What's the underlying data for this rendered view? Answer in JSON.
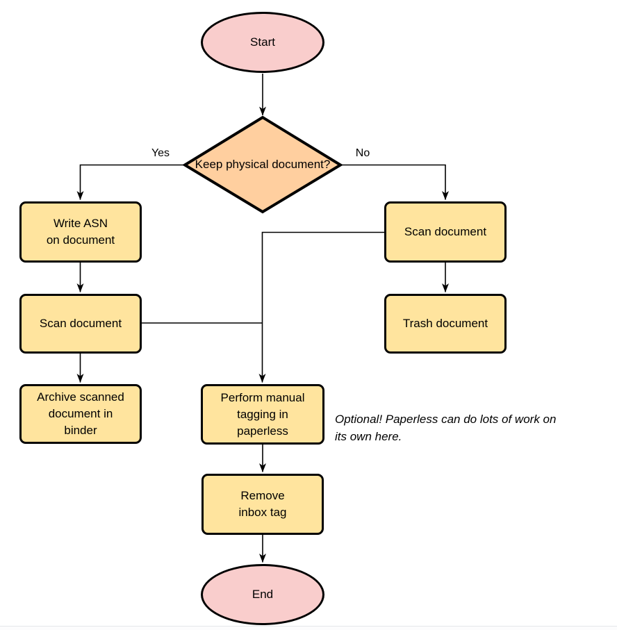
{
  "colors": {
    "terminal-fill": "#F9CDCC",
    "decision-fill": "#FFCF9F",
    "process-fill": "#FFE49E",
    "stroke": "#000000",
    "note-text": "#000000"
  },
  "nodes": {
    "start": {
      "label": "Start",
      "type": "terminal"
    },
    "decision": {
      "label": "Keep physical\ndocument?",
      "type": "decision"
    },
    "write_asn": {
      "label": "Write ASN\non document",
      "type": "process"
    },
    "scan_left": {
      "label": "Scan document",
      "type": "process"
    },
    "archive": {
      "label": "Archive scanned\ndocument in\nbinder",
      "type": "process"
    },
    "scan_right": {
      "label": "Scan document",
      "type": "process"
    },
    "trash": {
      "label": "Trash document",
      "type": "process"
    },
    "perform_tagging": {
      "label": "Perform manual\ntagging in\npaperless",
      "type": "process"
    },
    "remove_inbox_tag": {
      "label": "Remove\ninbox tag",
      "type": "process"
    },
    "end": {
      "label": "End",
      "type": "terminal"
    }
  },
  "edge_labels": {
    "yes": "Yes",
    "no": "No"
  },
  "note": {
    "text": "Optional! Paperless can do lots of work on\nits own here."
  }
}
